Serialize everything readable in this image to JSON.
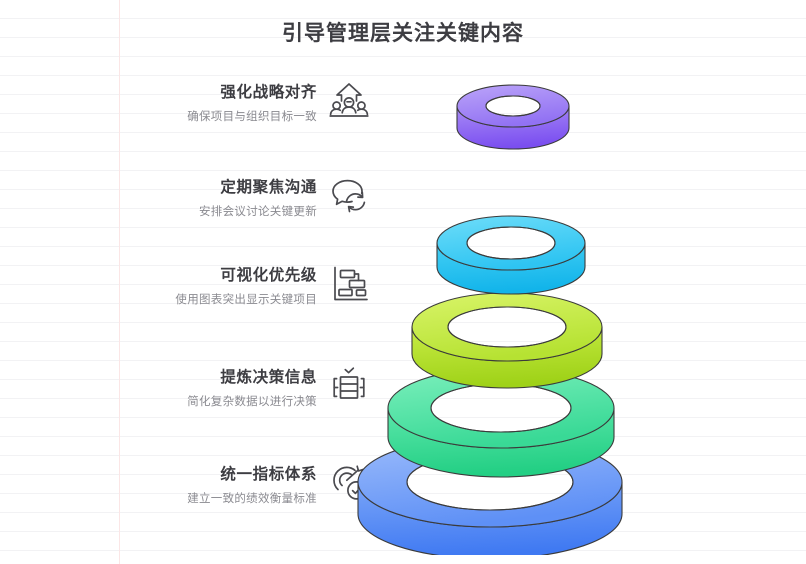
{
  "page": {
    "title": "引导管理层关注关键内容",
    "background": "#ffffff",
    "rule_color": "#f2f2f4",
    "margin_line_color": "#fbe6e6"
  },
  "items": [
    {
      "title": "强化战略对齐",
      "desc": "确保项目与组织目标一致",
      "icon": "people-arrow-up-icon",
      "ring_color": "#8b6ef0"
    },
    {
      "title": "定期聚焦沟通",
      "desc": "安排会议讨论关键更新",
      "icon": "speech-bubble-refresh-icon",
      "ring_color": "#2fc3f0"
    },
    {
      "title": "可视化优先级",
      "desc": "使用图表突出显示关键项目",
      "icon": "gantt-chart-icon",
      "ring_color": "#b4e033"
    },
    {
      "title": "提炼决策信息",
      "desc": "简化复杂数据以进行决策",
      "icon": "compress-table-check-icon",
      "ring_color": "#46dd9a"
    },
    {
      "title": "统一指标体系",
      "desc": "建立一致的绩效衡量标准",
      "icon": "target-check-icon",
      "ring_color": "#5b8ef5"
    }
  ],
  "colors": {
    "title_text": "#3d3d42",
    "item_title_text": "#3d3d42",
    "item_desc_text": "#8a8a90",
    "icon_stroke": "#4a4a4f",
    "ring_outline": "#3b3b3b",
    "ring_1_light": "#b79cf7",
    "ring_1_dark": "#7b4ff0",
    "ring_2_light": "#62d8f8",
    "ring_2_dark": "#12b4ea",
    "ring_3_light": "#d2f05e",
    "ring_3_dark": "#9fd218",
    "ring_4_light": "#74ecb6",
    "ring_4_dark": "#23cf84",
    "ring_5_light": "#8fb4fa",
    "ring_5_dark": "#3f79f2"
  }
}
